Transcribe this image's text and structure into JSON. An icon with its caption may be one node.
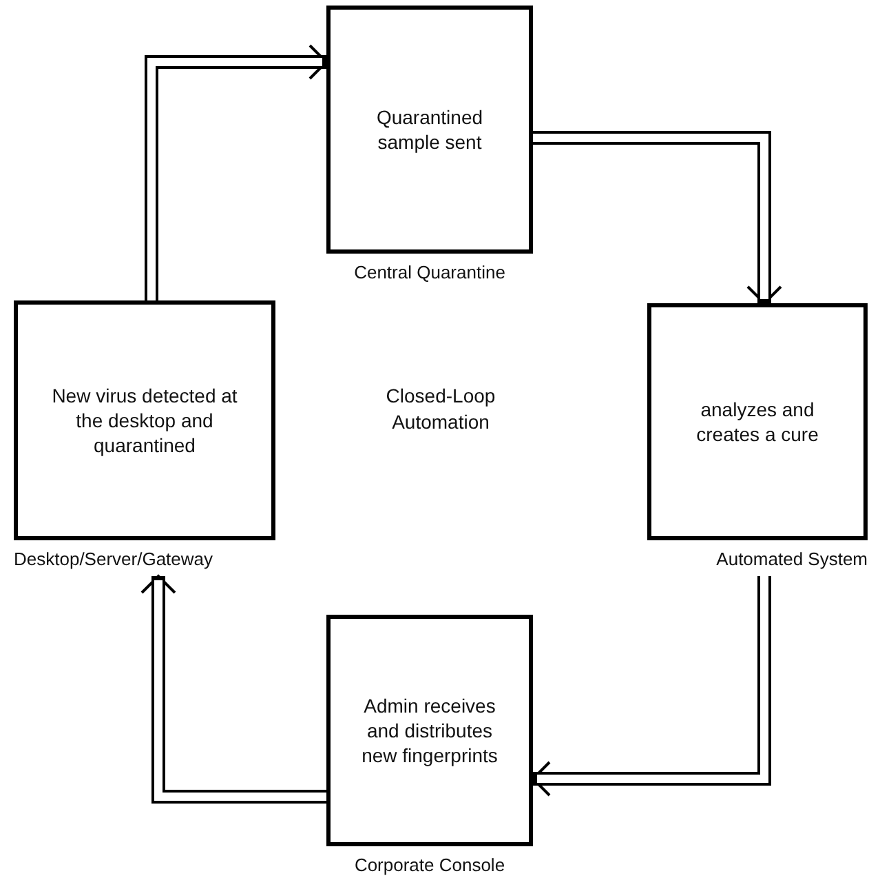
{
  "diagram": {
    "nodes": [
      {
        "text": [
          "Quarantined sample sent"
        ],
        "beside": [
          "Central Quarantine"
        ]
      },
      {
        "text": [
          "New virus detected at the desktop and quarantined"
        ],
        "beside": [
          "Desktop/Server/Gateway"
        ]
      },
      {
        "text": [
          "analyzes and creates a cure"
        ],
        "beside": [
          "Automated System"
        ]
      },
      {
        "text": [
          "Admin receives and distributes new fingerprints"
        ],
        "beside": [
          "Corporate Console"
        ]
      }
    ],
    "edges": [
      {
        "from": 1,
        "to": 0,
        "arrow": "to"
      },
      {
        "from": 0,
        "to": 2,
        "arrow": "to"
      },
      {
        "from": 2,
        "to": 3,
        "arrow": "to"
      },
      {
        "from": 3,
        "to": 1,
        "arrow": "to"
      }
    ],
    "labels": [
      "Closed-Loop Automation"
    ]
  }
}
